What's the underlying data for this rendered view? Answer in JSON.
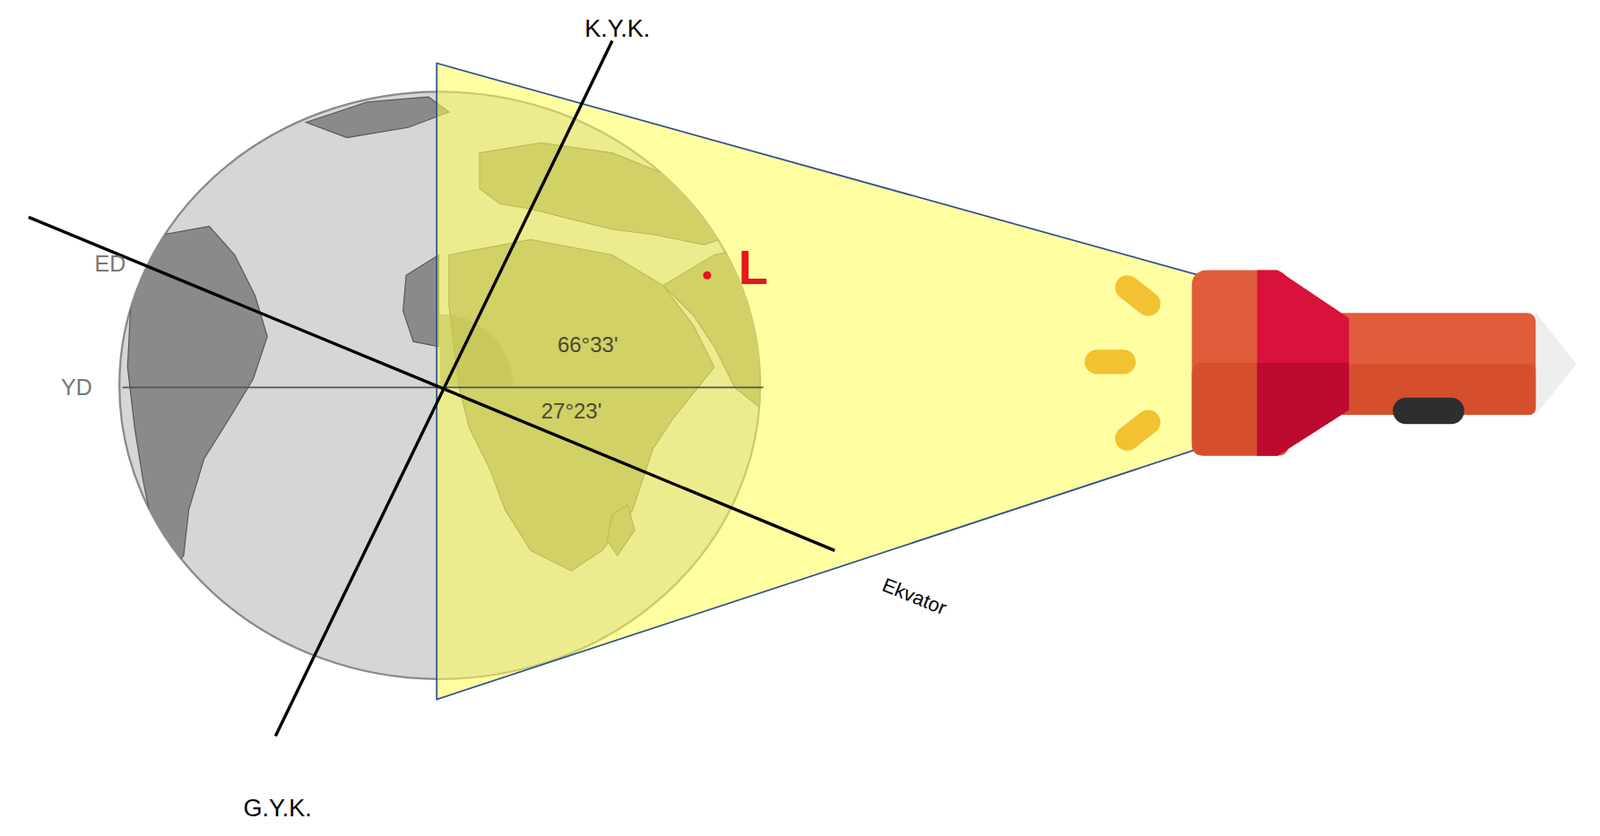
{
  "diagram": {
    "labels": [
      "K.Y.K.",
      "G.Y.K.",
      "ED",
      "YD",
      "66°33'",
      "27°23'",
      "Ekvator",
      "L"
    ]
  }
}
